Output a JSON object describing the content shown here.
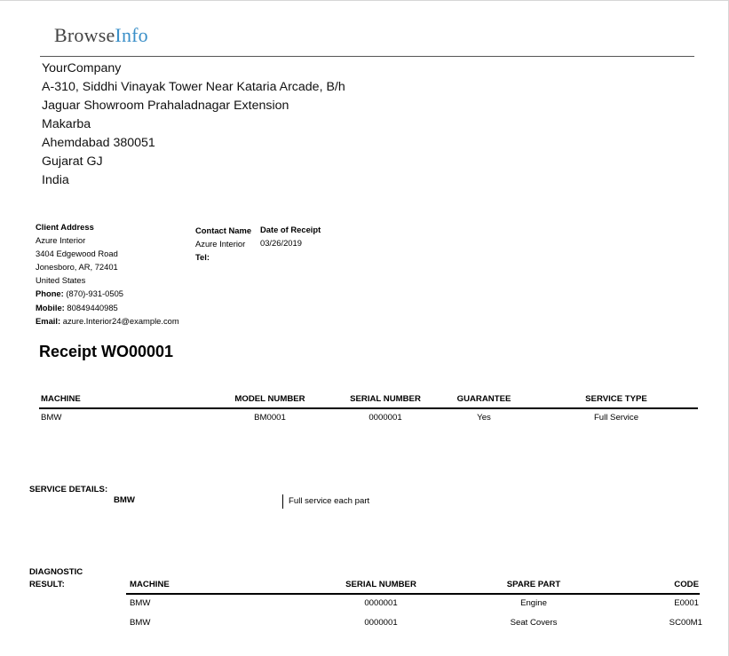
{
  "logo": {
    "part1": "Browse",
    "part2": "Info"
  },
  "company": {
    "lines": [
      "YourCompany",
      "A-310, Siddhi Vinayak Tower Near Kataria Arcade, B/h",
      "Jaguar Showroom Prahaladnagar Extension",
      "Makarba",
      "Ahemdabad 380051",
      "Gujarat GJ",
      "India"
    ]
  },
  "client": {
    "label": "Client Address",
    "name": "Azure Interior",
    "street": "3404 Edgewood Road",
    "city": "Jonesboro, AR, 72401",
    "country": "United States",
    "phone_label": "Phone:",
    "phone": "(870)-931-0505",
    "mobile_label": "Mobile:",
    "mobile": "80849440985",
    "email_label": "Email:",
    "email": "azure.Interior24@example.com"
  },
  "contact": {
    "label": "Contact Name",
    "name": "Azure Interior",
    "tel_label": "Tel:"
  },
  "receipt_date": {
    "label": "Date of Receipt",
    "value": "03/26/2019"
  },
  "receipt": {
    "title": "Receipt WO00001"
  },
  "machines_table": {
    "headers": [
      "MACHINE",
      "MODEL NUMBER",
      "SERIAL NUMBER",
      "GUARANTEE",
      "SERVICE TYPE"
    ],
    "rows": [
      [
        "BMW",
        "BM0001",
        "0000001",
        "Yes",
        "Full Service"
      ]
    ]
  },
  "service_details": {
    "label": "SERVICE DETAILS:",
    "machine": "BMW",
    "description": "Full service each part"
  },
  "diagnostic": {
    "label_line1": "DIAGNOSTIC",
    "label_line2": "RESULT:",
    "headers": [
      "MACHINE",
      "SERIAL NUMBER",
      "SPARE PART",
      "CODE"
    ],
    "rows": [
      [
        "BMW",
        "0000001",
        "Engine",
        "E0001"
      ],
      [
        "BMW",
        "0000001",
        "Seat Covers",
        "SC00M1"
      ]
    ]
  }
}
